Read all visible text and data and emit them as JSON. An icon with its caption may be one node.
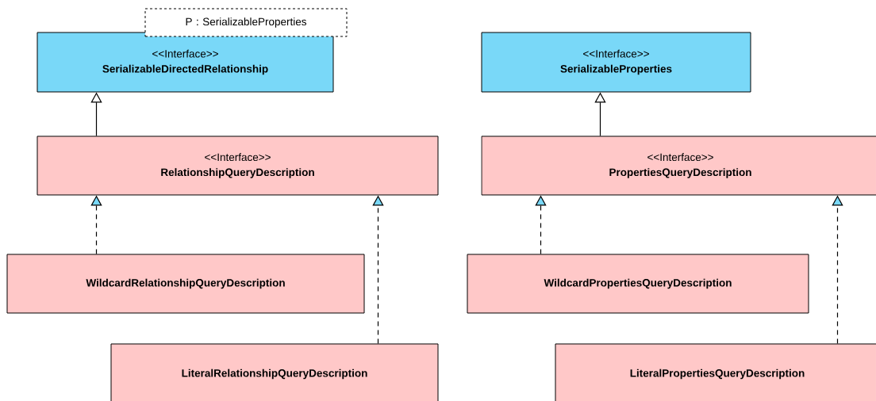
{
  "diagram": {
    "nodes": [
      {
        "text": [
          "<<Interface>>",
          "SerializableDirectedRelationship"
        ]
      },
      {
        "text": [
          "P : SerializableProperties"
        ]
      },
      {
        "text": [
          "<<Interface>>",
          "SerializableProperties"
        ]
      },
      {
        "text": [
          "<<Interface>>",
          "RelationshipQueryDescription"
        ]
      },
      {
        "text": [
          "<<Interface>>",
          "PropertiesQueryDescription"
        ]
      },
      {
        "text": [
          "WildcardRelationshipQueryDescription"
        ]
      },
      {
        "text": [
          "LiteralRelationshipQueryDescription"
        ]
      },
      {
        "text": [
          "WildcardPropertiesQueryDescription"
        ]
      },
      {
        "text": [
          "LiteralPropertiesQueryDescription"
        ]
      }
    ],
    "edges": [
      {
        "from": 3,
        "to": 0,
        "arrow": "to"
      },
      {
        "from": 4,
        "to": 2,
        "arrow": "to"
      },
      {
        "from": 5,
        "to": 3,
        "arrow": "to",
        "style": "dashed"
      },
      {
        "from": 6,
        "to": 3,
        "arrow": "to",
        "style": "dashed"
      },
      {
        "from": 7,
        "to": 4,
        "arrow": "to",
        "style": "dashed"
      },
      {
        "from": 8,
        "to": 4,
        "arrow": "to",
        "style": "dashed"
      }
    ]
  }
}
